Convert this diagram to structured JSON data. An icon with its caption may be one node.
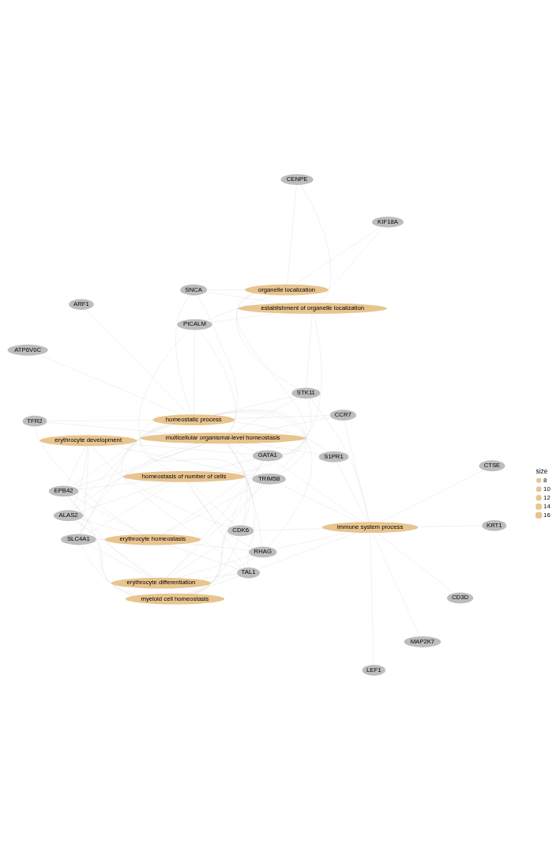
{
  "diagram": {
    "nodes": [
      {
        "text": [
          "LEF1"
        ]
      },
      {
        "text": [
          "erythrocyte homeostasis"
        ]
      },
      {
        "text": [
          "homeostasis of number of cells"
        ]
      },
      {
        "text": [
          "myeloid cell homeostasis"
        ]
      },
      {
        "text": [
          "CD3D"
        ]
      },
      {
        "text": [
          "erythrocyte development"
        ]
      },
      {
        "text": [
          "EPB42"
        ]
      },
      {
        "text": [
          "SLC4A1"
        ]
      },
      {
        "text": [
          "MAP2K7"
        ]
      },
      {
        "text": [
          "CDK6"
        ]
      },
      {
        "text": [
          "ALAS2"
        ]
      },
      {
        "text": [
          "TAL1"
        ]
      },
      {
        "text": [
          "RHAG"
        ]
      },
      {
        "text": [
          "TRIM58"
        ]
      },
      {
        "text": [
          "GATA1"
        ]
      },
      {
        "text": [
          "immune system process"
        ]
      },
      {
        "text": [
          "KRT1"
        ]
      },
      {
        "text": [
          "KIF18A"
        ]
      },
      {
        "text": [
          "erythrocyte differentiation"
        ]
      },
      {
        "text": [
          "organelle localization"
        ]
      },
      {
        "text": [
          "CCR7"
        ]
      },
      {
        "text": [
          "multicellular organismal-level homeostasis"
        ]
      },
      {
        "text": [
          "CTSE"
        ]
      },
      {
        "text": [
          "establishment of organelle localization"
        ]
      },
      {
        "text": [
          "homeostatic process"
        ]
      },
      {
        "text": [
          "STK11"
        ]
      },
      {
        "text": [
          "SNCA"
        ]
      },
      {
        "text": [
          "S1PR1"
        ]
      },
      {
        "text": [
          "CENPE"
        ]
      },
      {
        "text": [
          "PICALM"
        ]
      },
      {
        "text": [
          "TFR2"
        ]
      },
      {
        "text": [
          "ARF1"
        ]
      },
      {
        "text": [
          "ATP6V0C"
        ]
      }
    ],
    "edges": [
      {
        "from": 1,
        "to": 6,
        "arrow": "none"
      },
      {
        "from": 1,
        "to": 7,
        "arrow": "none"
      },
      {
        "from": 1,
        "to": 10,
        "arrow": "none"
      },
      {
        "from": 1,
        "to": 11,
        "arrow": "none"
      },
      {
        "from": 1,
        "to": 12,
        "arrow": "none"
      },
      {
        "from": 1,
        "to": 13,
        "arrow": "none"
      },
      {
        "from": 1,
        "to": 14,
        "arrow": "none"
      },
      {
        "from": 1,
        "to": 30,
        "arrow": "none"
      },
      {
        "from": 2,
        "to": 6,
        "arrow": "none"
      },
      {
        "from": 2,
        "to": 7,
        "arrow": "none"
      },
      {
        "from": 2,
        "to": 9,
        "arrow": "none"
      },
      {
        "from": 2,
        "to": 10,
        "arrow": "none"
      },
      {
        "from": 2,
        "to": 11,
        "arrow": "none"
      },
      {
        "from": 2,
        "to": 12,
        "arrow": "none"
      },
      {
        "from": 2,
        "to": 13,
        "arrow": "none"
      },
      {
        "from": 2,
        "to": 14,
        "arrow": "none"
      },
      {
        "from": 2,
        "to": 25,
        "arrow": "none"
      },
      {
        "from": 2,
        "to": 29,
        "arrow": "none"
      },
      {
        "from": 3,
        "to": 6,
        "arrow": "none"
      },
      {
        "from": 3,
        "to": 7,
        "arrow": "none"
      },
      {
        "from": 3,
        "to": 9,
        "arrow": "none"
      },
      {
        "from": 3,
        "to": 10,
        "arrow": "none"
      },
      {
        "from": 3,
        "to": 11,
        "arrow": "none"
      },
      {
        "from": 3,
        "to": 12,
        "arrow": "none"
      },
      {
        "from": 3,
        "to": 13,
        "arrow": "none"
      },
      {
        "from": 3,
        "to": 14,
        "arrow": "none"
      },
      {
        "from": 5,
        "to": 6,
        "arrow": "none"
      },
      {
        "from": 5,
        "to": 7,
        "arrow": "none"
      },
      {
        "from": 5,
        "to": 9,
        "arrow": "none"
      },
      {
        "from": 5,
        "to": 10,
        "arrow": "none"
      },
      {
        "from": 5,
        "to": 13,
        "arrow": "none"
      },
      {
        "from": 5,
        "to": 14,
        "arrow": "none"
      },
      {
        "from": 15,
        "to": 0,
        "arrow": "none"
      },
      {
        "from": 15,
        "to": 4,
        "arrow": "none"
      },
      {
        "from": 15,
        "to": 8,
        "arrow": "none"
      },
      {
        "from": 15,
        "to": 16,
        "arrow": "none"
      },
      {
        "from": 15,
        "to": 22,
        "arrow": "none"
      },
      {
        "from": 15,
        "to": 20,
        "arrow": "none"
      },
      {
        "from": 15,
        "to": 27,
        "arrow": "none"
      },
      {
        "from": 15,
        "to": 13,
        "arrow": "none"
      },
      {
        "from": 15,
        "to": 14,
        "arrow": "none"
      },
      {
        "from": 15,
        "to": 11,
        "arrow": "none"
      },
      {
        "from": 15,
        "to": 9,
        "arrow": "none"
      },
      {
        "from": 15,
        "to": 12,
        "arrow": "none"
      },
      {
        "from": 15,
        "to": 25,
        "arrow": "none"
      },
      {
        "from": 18,
        "to": 6,
        "arrow": "none"
      },
      {
        "from": 18,
        "to": 7,
        "arrow": "none"
      },
      {
        "from": 18,
        "to": 9,
        "arrow": "none"
      },
      {
        "from": 18,
        "to": 10,
        "arrow": "none"
      },
      {
        "from": 18,
        "to": 11,
        "arrow": "none"
      },
      {
        "from": 18,
        "to": 12,
        "arrow": "none"
      },
      {
        "from": 18,
        "to": 13,
        "arrow": "none"
      },
      {
        "from": 18,
        "to": 14,
        "arrow": "none"
      },
      {
        "from": 19,
        "to": 17,
        "arrow": "none"
      },
      {
        "from": 19,
        "to": 28,
        "arrow": "none"
      },
      {
        "from": 19,
        "to": 25,
        "arrow": "none"
      },
      {
        "from": 19,
        "to": 26,
        "arrow": "none"
      },
      {
        "from": 19,
        "to": 29,
        "arrow": "none"
      },
      {
        "from": 19,
        "to": 14,
        "arrow": "none"
      },
      {
        "from": 23,
        "to": 17,
        "arrow": "none"
      },
      {
        "from": 23,
        "to": 28,
        "arrow": "none"
      },
      {
        "from": 23,
        "to": 25,
        "arrow": "none"
      },
      {
        "from": 23,
        "to": 26,
        "arrow": "none"
      },
      {
        "from": 23,
        "to": 29,
        "arrow": "none"
      },
      {
        "from": 23,
        "to": 13,
        "arrow": "none"
      },
      {
        "from": 21,
        "to": 20,
        "arrow": "none"
      },
      {
        "from": 21,
        "to": 27,
        "arrow": "none"
      },
      {
        "from": 21,
        "to": 25,
        "arrow": "none"
      },
      {
        "from": 21,
        "to": 26,
        "arrow": "none"
      },
      {
        "from": 21,
        "to": 29,
        "arrow": "none"
      },
      {
        "from": 21,
        "to": 13,
        "arrow": "none"
      },
      {
        "from": 21,
        "to": 14,
        "arrow": "none"
      },
      {
        "from": 21,
        "to": 6,
        "arrow": "none"
      },
      {
        "from": 21,
        "to": 7,
        "arrow": "none"
      },
      {
        "from": 21,
        "to": 10,
        "arrow": "none"
      },
      {
        "from": 21,
        "to": 11,
        "arrow": "none"
      },
      {
        "from": 21,
        "to": 12,
        "arrow": "none"
      },
      {
        "from": 21,
        "to": 9,
        "arrow": "none"
      },
      {
        "from": 21,
        "to": 30,
        "arrow": "none"
      },
      {
        "from": 24,
        "to": 20,
        "arrow": "none"
      },
      {
        "from": 24,
        "to": 27,
        "arrow": "none"
      },
      {
        "from": 24,
        "to": 25,
        "arrow": "none"
      },
      {
        "from": 24,
        "to": 26,
        "arrow": "none"
      },
      {
        "from": 24,
        "to": 29,
        "arrow": "none"
      },
      {
        "from": 24,
        "to": 30,
        "arrow": "none"
      },
      {
        "from": 24,
        "to": 31,
        "arrow": "none"
      },
      {
        "from": 24,
        "to": 32,
        "arrow": "none"
      },
      {
        "from": 24,
        "to": 13,
        "arrow": "none"
      },
      {
        "from": 24,
        "to": 14,
        "arrow": "none"
      },
      {
        "from": 24,
        "to": 6,
        "arrow": "none"
      },
      {
        "from": 24,
        "to": 7,
        "arrow": "none"
      },
      {
        "from": 24,
        "to": 10,
        "arrow": "none"
      },
      {
        "from": 24,
        "to": 11,
        "arrow": "none"
      },
      {
        "from": 24,
        "to": 12,
        "arrow": "none"
      },
      {
        "from": 24,
        "to": 9,
        "arrow": "none"
      }
    ],
    "labels": [
      "size"
    ],
    "legend": [
      {
        "text": "8"
      },
      {
        "text": "10"
      },
      {
        "text": "12"
      },
      {
        "text": "14"
      },
      {
        "text": "16"
      }
    ]
  }
}
